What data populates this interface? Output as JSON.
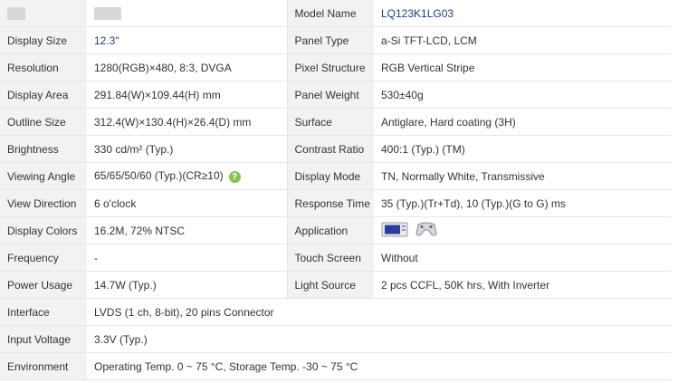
{
  "header": {
    "model_label": "Model Name",
    "model_value": "LQ123K1LG03"
  },
  "rows": [
    {
      "l1": "Display Size",
      "v1": "12.3\"",
      "l2": "Panel Type",
      "v2": "a-Si TFT-LCD, LCM"
    },
    {
      "l1": "Resolution",
      "v1": "1280(RGB)×480, 8:3, DVGA",
      "l2": "Pixel Structure",
      "v2": "RGB Vertical Stripe"
    },
    {
      "l1": "Display Area",
      "v1": "291.84(W)×109.44(H) mm",
      "l2": "Panel Weight",
      "v2": "530±40g"
    },
    {
      "l1": "Outline Size",
      "v1": "312.4(W)×130.4(H)×26.4(D) mm",
      "l2": "Surface",
      "v2": "Antiglare, Hard coating (3H)"
    },
    {
      "l1": "Brightness",
      "v1": "330 cd/m² (Typ.)",
      "l2": "Contrast Ratio",
      "v2": "400:1 (Typ.) (TM)"
    },
    {
      "l1": "Viewing Angle",
      "v1": "65/65/50/60 (Typ.)(CR≥10)",
      "l2": "Display Mode",
      "v2": "TN, Normally White, Transmissive"
    },
    {
      "l1": "View Direction",
      "v1": "6 o'clock",
      "l2": "Response Time",
      "v2": "35 (Typ.)(Tr+Td), 10 (Typ.)(G to G) ms"
    },
    {
      "l1": "Display Colors",
      "v1": "16.2M, 72% NTSC",
      "l2": "Application",
      "v2": ""
    },
    {
      "l1": "Frequency",
      "v1": "-",
      "l2": "Touch Screen",
      "v2": "Without"
    },
    {
      "l1": "Power Usage",
      "v1": "14.7W (Typ.)",
      "l2": "Light Source",
      "v2": "2 pcs CCFL, 50K hrs, With Inverter"
    }
  ],
  "wide_rows": [
    {
      "label": "Interface",
      "value": "LVDS (1 ch, 8-bit), 20 pins Connector"
    },
    {
      "label": "Input Voltage",
      "value": "3.3V (Typ.)"
    },
    {
      "label": "Environment",
      "value": "Operating Temp. 0 ~ 75 °C, Storage Temp. -30 ~ 75 °C"
    }
  ],
  "icons": {
    "help": "question-icon",
    "application": [
      "industrial-monitor-icon",
      "game-controller-icon"
    ]
  },
  "colors": {
    "label_bg": "#f2f2f2",
    "accent": "#1f3d7a",
    "help_icon": "#8cc152"
  }
}
